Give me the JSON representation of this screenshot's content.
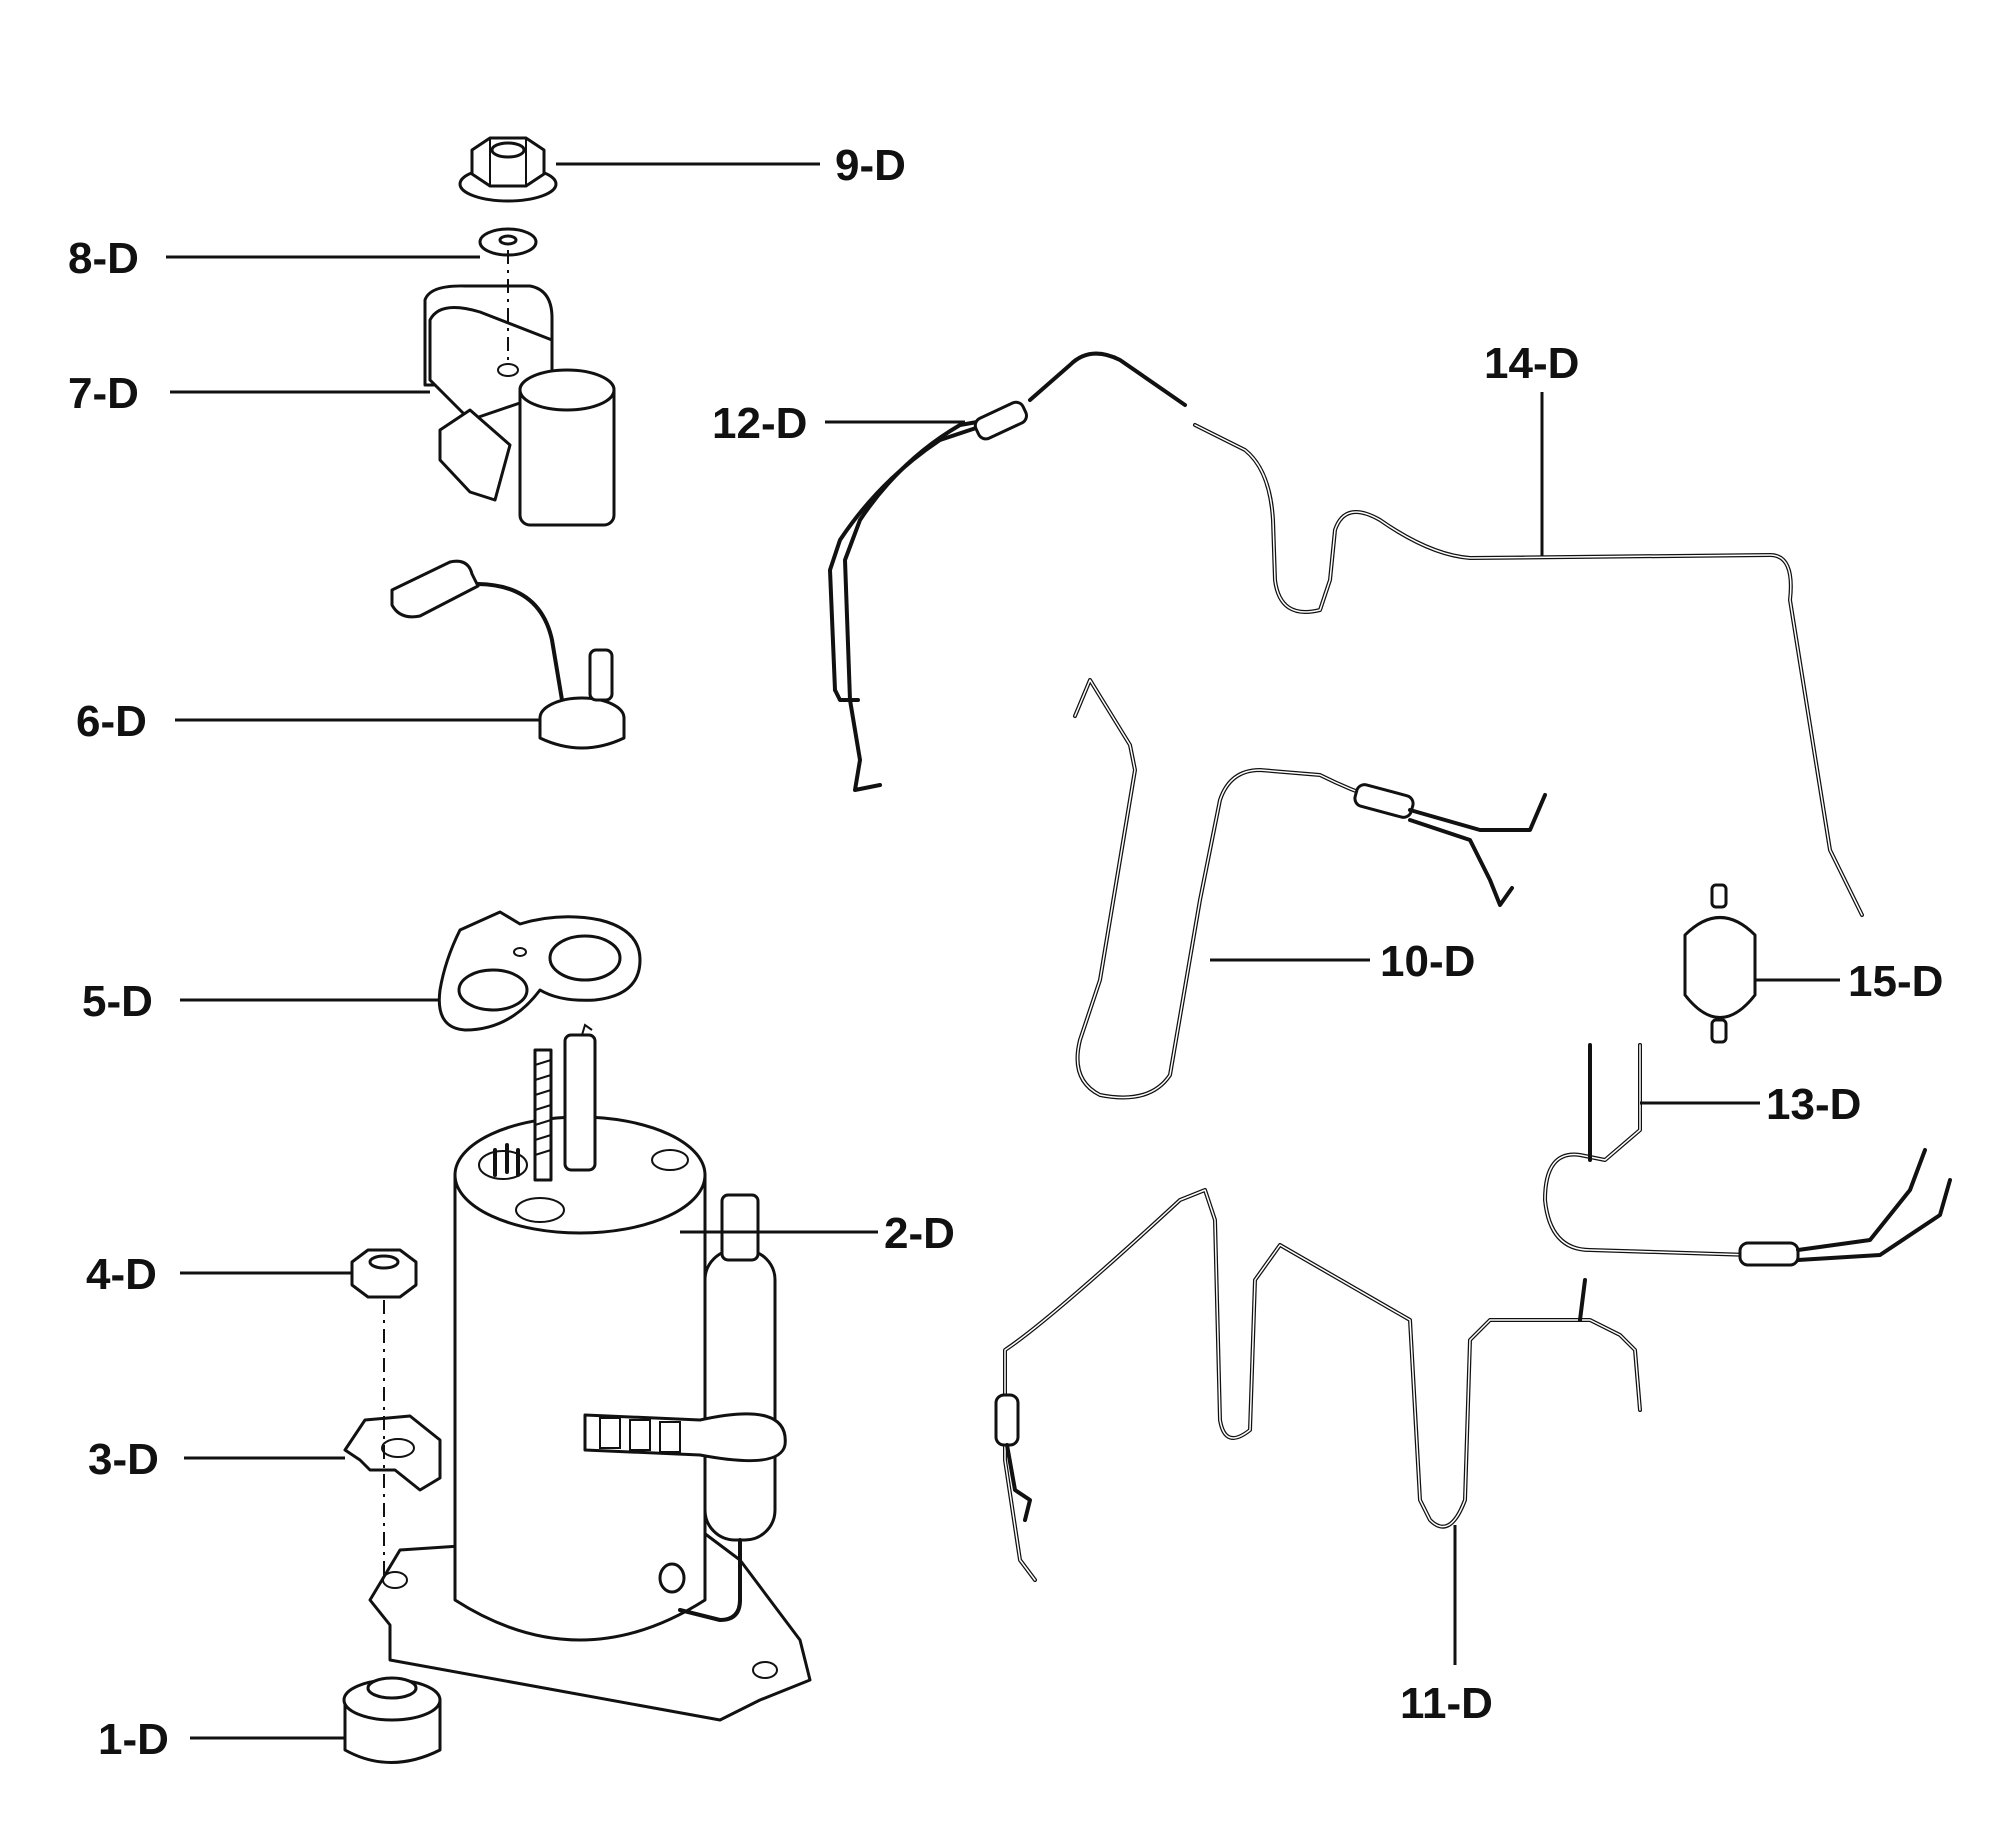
{
  "labels": {
    "p1": "1-D",
    "p2": "2-D",
    "p3": "3-D",
    "p4": "4-D",
    "p5": "5-D",
    "p6": "6-D",
    "p7": "7-D",
    "p8": "8-D",
    "p9": "9-D",
    "p10": "10-D",
    "p11": "11-D",
    "p12": "12-D",
    "p13": "13-D",
    "p14": "14-D",
    "p15": "15-D"
  }
}
